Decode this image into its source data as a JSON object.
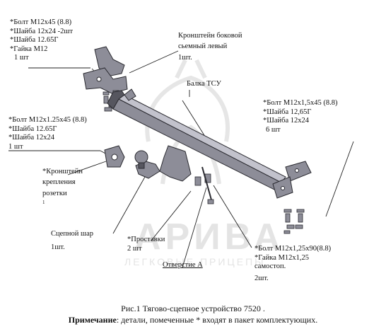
{
  "callouts": {
    "top_left": [
      "*Болт М12х45 (8.8)",
      "*Шайба 12х24 -2шт",
      "*Шайба 12.65Г",
      "*Гайка М12",
      "1 шт"
    ],
    "bracket_side": [
      "Кронштейн боковой",
      "сьемный левый",
      "1шт."
    ],
    "beam": "Балка ТСУ",
    "right": [
      "*Болт М12х1,5х45 (8.8)",
      "*Шайба 12,65Г",
      "*Шайба 12х24",
      "6 шт"
    ],
    "left_mid": [
      "*Болт М12х1.25х45 (8.8)",
      "*Шайба 12.65Г",
      "*Шайба 12х24",
      "1 шт"
    ],
    "socket_bracket": [
      "*Кронштейн",
      "крепления",
      "розетки",
      "1"
    ],
    "ball": [
      "Сцепной шар",
      "1шт."
    ],
    "spacer": [
      "*Проставки",
      "2 шт"
    ],
    "hole": "Отверстие А",
    "bottom_right": [
      "*Болт М12х1,25х90(8.8)",
      "*Гайка М12х1,25",
      "самостоп.",
      "2шт."
    ]
  },
  "caption": {
    "title": "Рис.1 Тягово-сцепное устройство 7520 .",
    "note_label": "Примечание",
    "note_text": ": детали, помеченные * входят в пакет комплектующих."
  },
  "watermark": {
    "brand": "АРИВА",
    "tagline": "ЛЕГКОВЫЕ ПРИЦЕПЫ"
  },
  "colors": {
    "part_fill": "#8d8d98",
    "part_dark": "#56565f",
    "part_light": "#c2c2cc",
    "watermark": "#e4e4e4"
  }
}
